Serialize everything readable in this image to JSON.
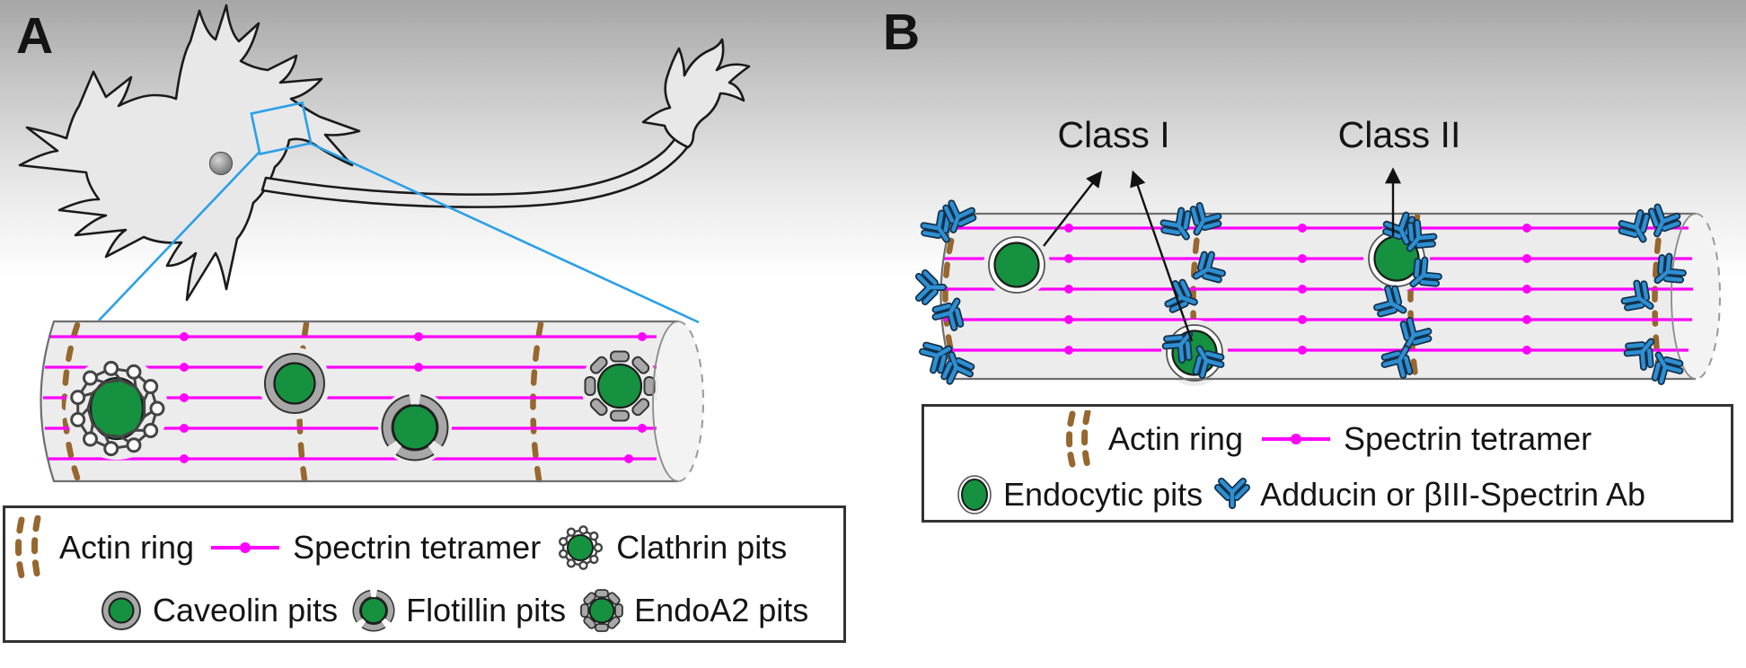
{
  "figure": {
    "panel_a": {
      "label": "A",
      "legend": [
        {
          "id": "actin-ring",
          "label": "Actin ring"
        },
        {
          "id": "spectrin-tetramer",
          "label": "Spectrin tetramer"
        },
        {
          "id": "clathrin-pits",
          "label": "Clathrin pits"
        },
        {
          "id": "caveolin-pits",
          "label": "Caveolin pits"
        },
        {
          "id": "flotillin-pits",
          "label": "Flotillin pits"
        },
        {
          "id": "endoa2-pits",
          "label": "EndoA2 pits"
        }
      ]
    },
    "panel_b": {
      "label": "B",
      "annotations": {
        "class1": "Class I",
        "class2": "Class II"
      },
      "legend": [
        {
          "id": "actin-ring",
          "label": "Actin ring"
        },
        {
          "id": "spectrin-tetramer",
          "label": "Spectrin tetramer"
        },
        {
          "id": "endocytic-pits",
          "label": "Endocytic pits"
        },
        {
          "id": "antibody",
          "label": "Adducin or βIII-Spectrin Ab"
        }
      ]
    },
    "colors": {
      "spectrin_magenta": "#ff00ff",
      "actin_brown": "#96672f",
      "pit_green": "#15913f",
      "antibody_blue": "#2e8fd2",
      "callout_blue": "#2b9fe8"
    }
  }
}
